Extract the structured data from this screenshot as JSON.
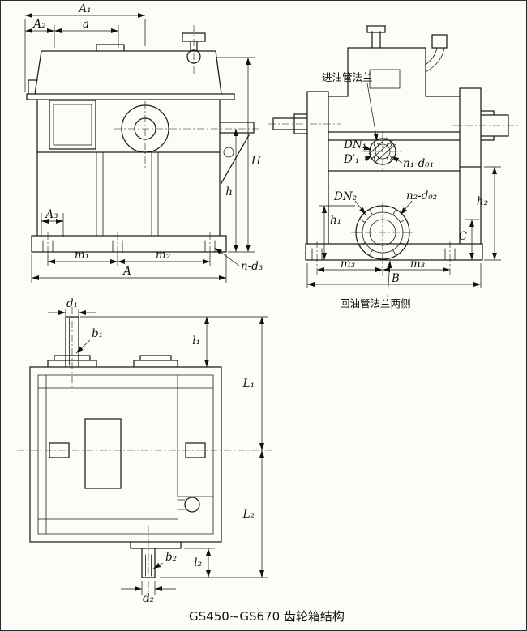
{
  "caption": "GS450~GS670 齿轮箱结构",
  "labels": {
    "front": {
      "A1": "A₁",
      "A2": "A₂",
      "a": "a",
      "H": "H",
      "h": "h",
      "A3": "A₃",
      "m1": "m₁",
      "m2": "m₂",
      "A": "A",
      "n_d3": "n-d₃"
    },
    "side": {
      "inlet_note": "进油管法兰",
      "DN1": "DN₁",
      "D1p": "D′₁",
      "n1_d01": "n₁-d₀₁",
      "DN2": "DN₂",
      "n2_d02": "n₂-d₀₂",
      "h1": "h₁",
      "h2": "h₂",
      "C": "C",
      "m3a": "m₃",
      "m3b": "m₃",
      "B": "B",
      "return_note": "回油管法兰两侧"
    },
    "top": {
      "d1": "d₁",
      "b1": "b₁",
      "l1": "l₁",
      "L1": "L₁",
      "L2": "L₂",
      "b2": "b₂",
      "l2": "l₂",
      "d2": "d₂"
    }
  }
}
